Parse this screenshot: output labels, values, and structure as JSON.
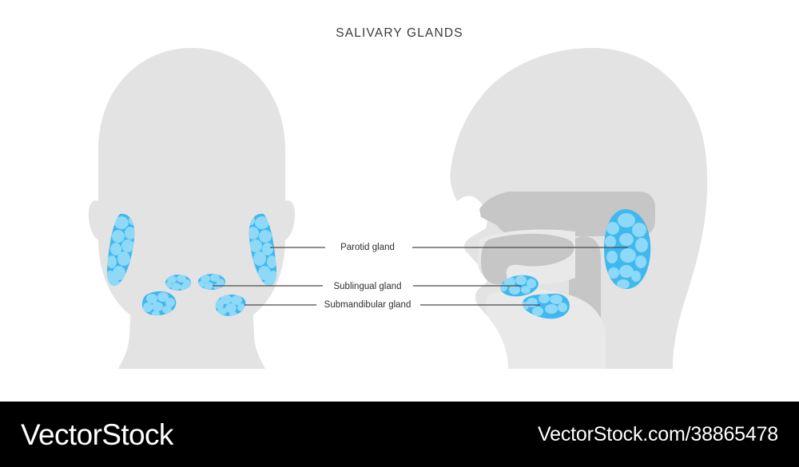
{
  "diagram": {
    "title": "SALIVARY GLANDS",
    "background_color": "#ffffff",
    "views": [
      {
        "name": "anterior-view",
        "description": "front view of head and neck"
      },
      {
        "name": "lateral-view",
        "description": "side profile view of head and neck"
      }
    ],
    "colors": {
      "head_silhouette": "#e3e3e3",
      "internal_anatomy": "#c6c6c6",
      "gland_light": "#8ed8f8",
      "gland_dark": "#3fb8ef",
      "leader_line": "#4a4a4a",
      "label_text": "#2f2f2f",
      "title_text": "#3b3b3b"
    }
  },
  "labels": [
    {
      "id": "parotid",
      "text": "Parotid gland"
    },
    {
      "id": "sublingual",
      "text": "Sublingual gland"
    },
    {
      "id": "submandibular",
      "text": "Submandibular gland"
    }
  ],
  "glands": [
    {
      "name": "parotid-gland-left-front",
      "label": "Parotid gland",
      "view": "anterior"
    },
    {
      "name": "parotid-gland-right-front",
      "label": "Parotid gland",
      "view": "anterior"
    },
    {
      "name": "sublingual-gland-left-front",
      "label": "Sublingual gland",
      "view": "anterior"
    },
    {
      "name": "sublingual-gland-right-front",
      "label": "Sublingual gland",
      "view": "anterior"
    },
    {
      "name": "submandibular-gland-left-front",
      "label": "Submandibular gland",
      "view": "anterior"
    },
    {
      "name": "submandibular-gland-right-front",
      "label": "Submandibular gland",
      "view": "anterior"
    },
    {
      "name": "parotid-gland-lateral",
      "label": "Parotid gland",
      "view": "lateral"
    },
    {
      "name": "sublingual-gland-lateral",
      "label": "Sublingual gland",
      "view": "lateral"
    },
    {
      "name": "submandibular-gland-lateral",
      "label": "Submandibular gland",
      "view": "lateral"
    }
  ],
  "watermark": {
    "logo": "VectorStock",
    "url": "VectorStock.com/38865478",
    "background_color": "#000000",
    "text_color": "#ffffff"
  }
}
